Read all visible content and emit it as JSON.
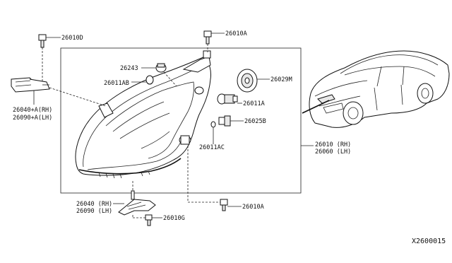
{
  "diagram_code": "X2600015",
  "labels": {
    "p26010D": "26010D",
    "p26010A_top": "26010A",
    "p26243": "26243",
    "p26011AB": "26011AB",
    "p26029M": "26029M",
    "p26011A": "26011A",
    "p26025B": "26025B",
    "p26011AC": "26011AC",
    "p26040A_rh": "26040+A(RH)",
    "p26090A_lh": "26090+A(LH)",
    "p26010_rh": "26010 (RH)",
    "p26060_lh": "26060 (LH)",
    "p26040_rh": "26040 (RH)",
    "p26090_lh": "26090 (LH)",
    "p26010G": "26010G",
    "p26010A_bottom": "26010A"
  }
}
